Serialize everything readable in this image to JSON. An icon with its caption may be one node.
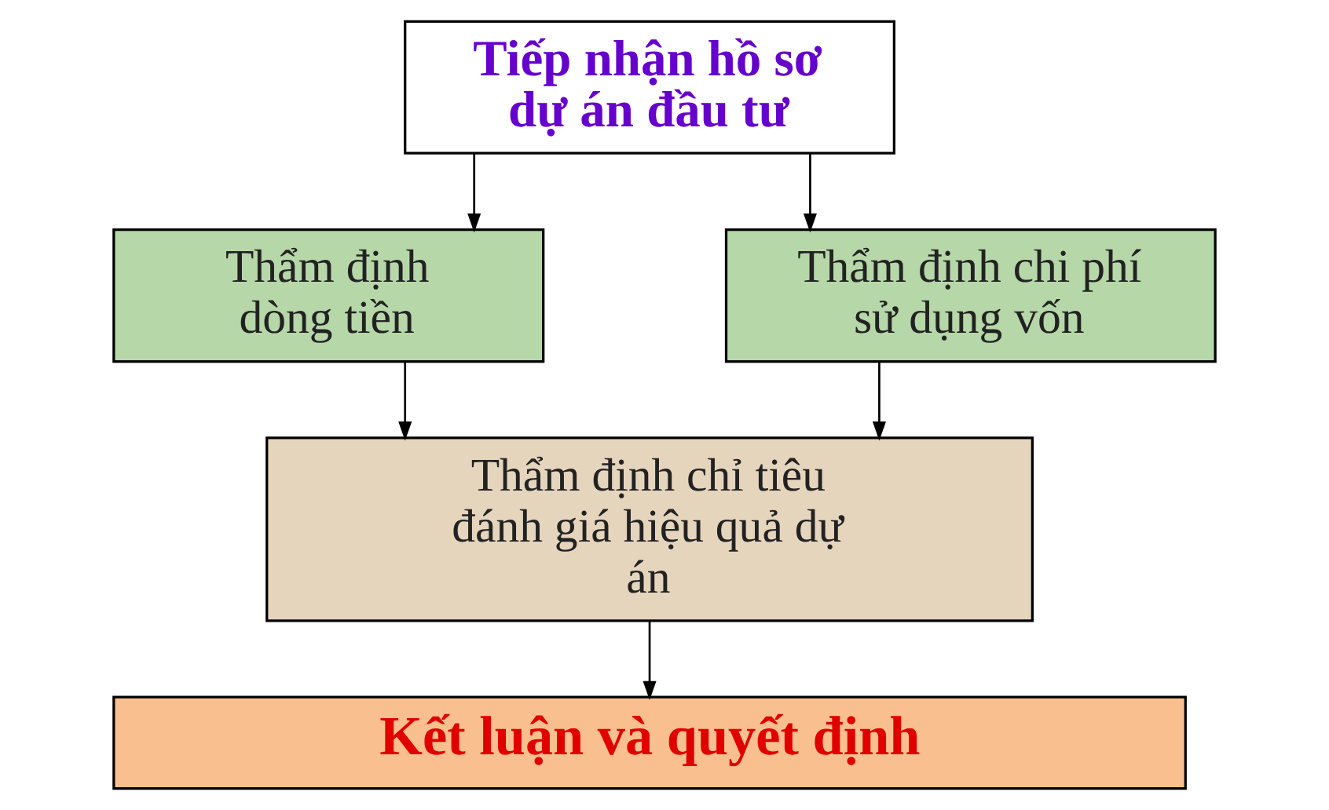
{
  "diagram": {
    "nodes": [
      {
        "text": [
          "Tiếp nhận hồ sơ dự án đầu tư"
        ]
      },
      {
        "text": [
          "Thẩm định dòng tiền"
        ]
      },
      {
        "text": [
          "Thẩm định chi phí sử dụng vốn"
        ]
      },
      {
        "text": [
          "Thẩm định chỉ tiêu đánh giá hiệu quả dự án"
        ]
      },
      {
        "text": [
          "Kết luận và quyết định"
        ]
      }
    ],
    "edges": [
      {
        "from": 0,
        "to": 1,
        "arrow": "to"
      },
      {
        "from": 0,
        "to": 2,
        "arrow": "to"
      },
      {
        "from": 1,
        "to": 3,
        "arrow": "to"
      },
      {
        "from": 2,
        "to": 3,
        "arrow": "to"
      },
      {
        "from": 3,
        "to": 4,
        "arrow": "to"
      }
    ]
  }
}
